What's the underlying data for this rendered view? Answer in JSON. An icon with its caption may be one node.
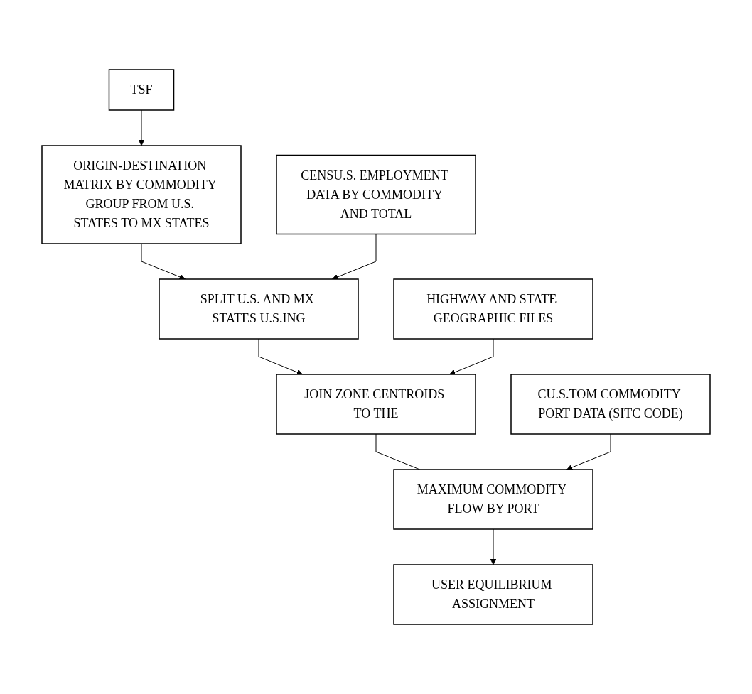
{
  "diagram": {
    "nodes": [
      {
        "text": [
          "ORIGIN-DESTINATION MATRIX BY COMMODITY GROUP FROM U.S. STATES TO MX STATES"
        ]
      },
      {
        "text": [
          "TSF"
        ]
      },
      {
        "text": [
          "SPLIT U.S. AND MX STATES U.S.ING"
        ]
      },
      {
        "text": [
          "CENSU.S. EMPLOYMENT DATA BY COMMODITY AND TOTAL"
        ]
      },
      {
        "text": [
          "JOIN ZONE CENTROIDS TO THE"
        ]
      },
      {
        "text": [
          "HIGHWAY AND STATE GEOGRAPHIC FILES"
        ]
      },
      {
        "text": [
          "MAXIMUM COMMODITY FLOW BY PORT"
        ]
      },
      {
        "text": [
          "CU.S.TOM COMMODITY PORT DATA (SITC CODE)"
        ]
      },
      {
        "text": [
          "USER EQUILIBRIUM ASSIGNMENT"
        ]
      }
    ],
    "edges": [
      {
        "from": 1,
        "to": 0,
        "arrow": "to"
      },
      {
        "from": 0,
        "to": 2,
        "arrow": "to"
      },
      {
        "from": 3,
        "to": 2,
        "arrow": "to"
      },
      {
        "from": 2,
        "to": 4,
        "arrow": "to"
      },
      {
        "from": 5,
        "to": 4,
        "arrow": "to"
      },
      {
        "from": 4,
        "to": 6,
        "arrow": "none"
      },
      {
        "from": 7,
        "to": 6,
        "arrow": "to"
      },
      {
        "from": 6,
        "to": 8,
        "arrow": "to"
      }
    ]
  }
}
